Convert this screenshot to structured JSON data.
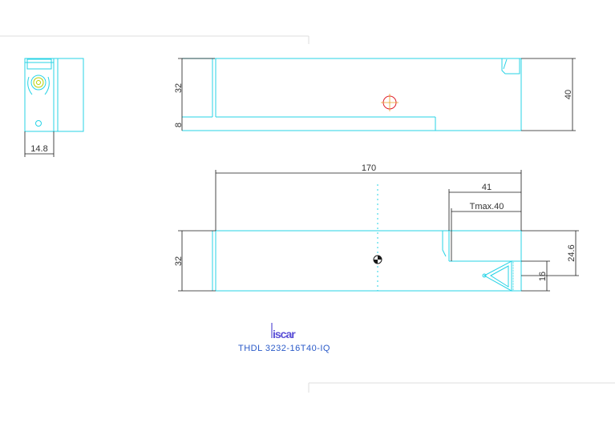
{
  "colors": {
    "outline": "#27d3e6",
    "dimension": "#1a1a1a",
    "dimension_text": "#333333",
    "caption": "#2a5ac8",
    "logo": "#5b4fd6",
    "center_mark_red": "#e0202a",
    "center_mark_black": "#1a1a1a",
    "frame": "#dddddd"
  },
  "end_view": {
    "width_label": "14.8"
  },
  "top_view": {
    "height_label": "32",
    "base_label": "8",
    "total_height_label": "40"
  },
  "front_view": {
    "length_label": "170",
    "width_label": "32",
    "dim_41_label": "41",
    "tmax_label": "Tmax.40",
    "dim_24_6_label": "24.6",
    "dim_16_label": "16"
  },
  "title_block": {
    "logo_text": "iscar",
    "designation": "THDL 3232-16T40-IQ"
  }
}
